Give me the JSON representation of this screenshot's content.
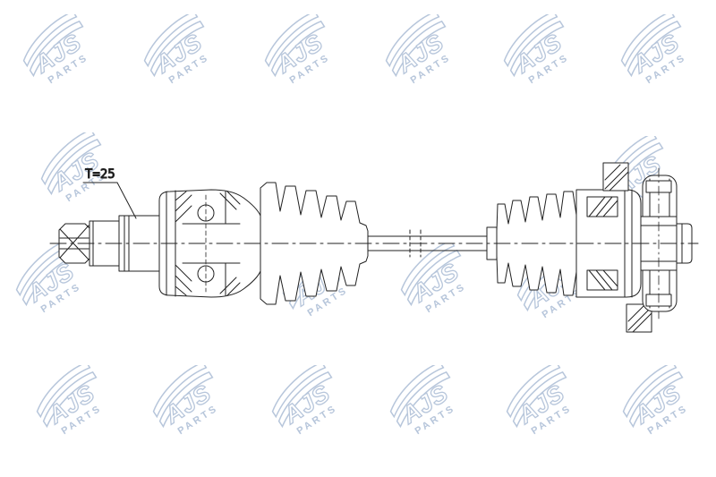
{
  "watermark": {
    "line1": "AJS",
    "line2": "PARTS",
    "color": "#b7c6db"
  },
  "drawing": {
    "label_t25": "T=25"
  },
  "colors": {
    "background": "#ffffff",
    "line": "#222222",
    "watermark": "#b7c6db"
  }
}
